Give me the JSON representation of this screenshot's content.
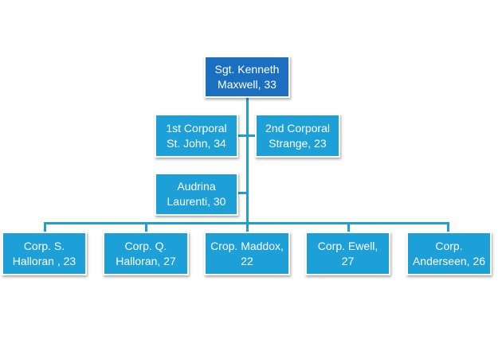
{
  "colors": {
    "root_fill": "#1a6fc0",
    "node_fill": "#1d9fd8",
    "connector": "#1d9fd8"
  },
  "org_chart": {
    "root": {
      "label": "Sgt. Kenneth\nMaxwell, 33"
    },
    "assistants": [
      {
        "label": "1st Corporal\nSt. John, 34"
      },
      {
        "label": "2nd Corporal\nStrange, 23"
      },
      {
        "label": "Audrina\nLaurenti,  30"
      }
    ],
    "reports": [
      {
        "label": "Corp. S.\nHalloran , 23"
      },
      {
        "label": "Corp. Q.\nHalloran, 27"
      },
      {
        "label": "Crop. Maddox,\n22"
      },
      {
        "label": "Corp. Ewell,\n27"
      },
      {
        "label": "Corp.\nAnderseen, 26"
      }
    ]
  }
}
